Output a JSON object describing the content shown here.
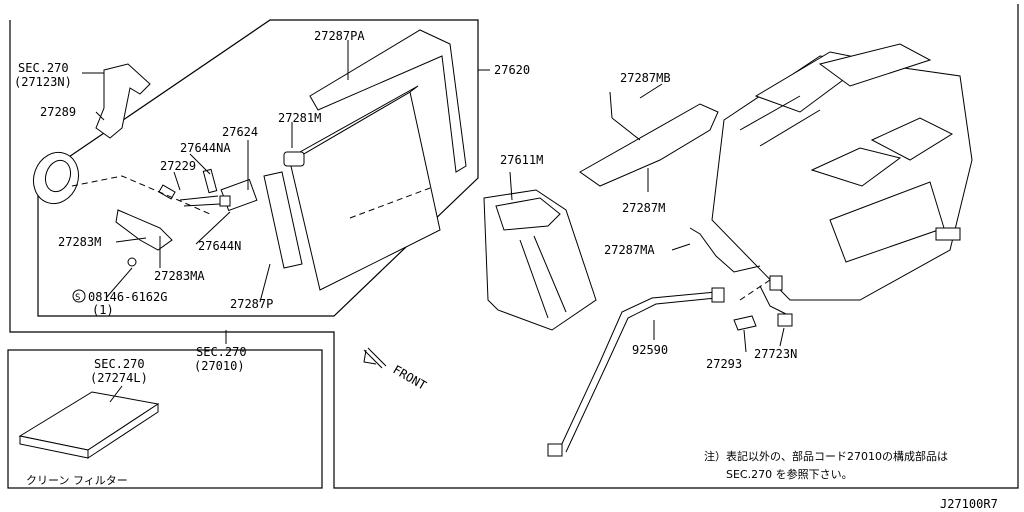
{
  "callouts": {
    "sec270_27123n_a": "SEC.270",
    "sec270_27123n_b": "(27123N)",
    "p27289": "27289",
    "p27287pa": "27287PA",
    "p27620": "27620",
    "p27624": "27624",
    "p27281m": "27281M",
    "p27644na": "27644NA",
    "p27229": "27229",
    "p27283m": "27283M",
    "p27644n": "27644N",
    "p27283ma": "27283MA",
    "bolt_a": "08146-6162G",
    "bolt_b": "(1)",
    "bolt_symbol": "S",
    "p27287p": "27287P",
    "sec270_27010_a": "SEC.270",
    "sec270_27010_b": "(27010)",
    "p27287mb": "27287MB",
    "p27611m": "27611M",
    "p27287m": "27287M",
    "p27287ma": "27287MA",
    "p92590": "92590",
    "p27293": "27293",
    "p27723n": "27723N",
    "front": "FRONT",
    "filter_sec_a": "SEC.270",
    "filter_sec_b": "(27274L)",
    "filter_caption": "クリーン フィルター",
    "note_line1": "注）表記以外の、部品コード27010の構成部品は",
    "note_line2": "SEC.270 を参照下さい。",
    "diagram_code": "J27100R7"
  }
}
